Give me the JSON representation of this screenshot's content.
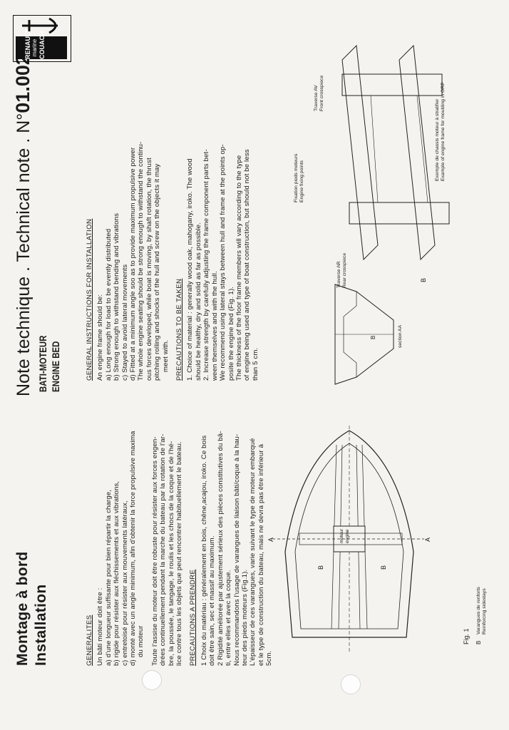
{
  "header": {
    "title_fr": "Montage à bord",
    "title_en": "Installation",
    "note_prefix": "Note technique . Technical note . N°",
    "note_number": "01.002",
    "subject_fr": "BATI-MOTEUR",
    "subject_en": "ENGINE BED"
  },
  "logo": {
    "line1": "RENAULT",
    "line2": "marine",
    "line3": "COUACH"
  },
  "french": {
    "general_heading": "GENERALITES",
    "general_intro": "Un bâti moteur doit être :",
    "general_items": [
      "a) d'une longueur suffisante pour bien répartir la charge,",
      "b) rigide pour résister aux fléchissements et aux vibrations,",
      "c) entretoisé pour résister aux mouvements latéraux,",
      "d) monté avec un angle minimum, afin d'obtenir la force propulsive maxima",
      "du moteur"
    ],
    "general_para": [
      "Toute l'assise du moteur doit être robuste pour résister aux forces engen-",
      "drées continuellement pendant la marche du bateau par la rotation de l'ar-",
      "bre, la poussée, le tangage, le roulis et les chocs de la coque et de l'hé-",
      "lice contre tous les objets que peut rencontrer habituellement le bateau."
    ],
    "precautions_heading": "PRECAUTIONS A PRENDRE",
    "precautions": [
      "1 Choix du matériau : généralement en bois,  chêne,acajou,  iroko.  Ce bois",
      "doit être sain, sec et massif au maximum.",
      "2 Rigidité améliorée par ajustement sérieux des pièces constitutives du bâ-",
      "ti, entre elles et avec la coque.",
      "Nous recommandons l'usage de varangues de liaison bâti/coque à la hau-",
      "teur des pieds moteurs (Fig.1).",
      "L'épaisseur de ces varangues, varie suivant le type de moteur embarqué",
      "et le type de construction du bateau, mais ne devra pas être inférieur à",
      "5cm."
    ]
  },
  "english": {
    "general_heading": "GENERAL  INSTRUCTIONS FOR INSTALLATION",
    "general_intro": "An engine frame should be:",
    "general_items": [
      "a) Long enough for load to be evently distributed",
      "b) Strong enough to withstand bending and vibrations",
      "c) Stayed to avoid lateral movements",
      "d) Fitted at a minimum angle soo as to provide maximum propulsive power"
    ],
    "general_para": [
      "The whole engine seating should be strong enough to withstand the continu-",
      "ous forces developed, while boat is moving, by shaft rotation, the thrust",
      "pitching rolling and shocks of the hull and screw on the objects it may",
      "meet  with."
    ],
    "precautions_heading": "PRECAUTIONS TO BE TAKEN",
    "precautions": [
      "1. Choice of material : generally wood oak, mahogany,  iroko.  The wood",
      "should be healthy, dry and solid as far as possible.",
      "2. Increase strength by carefully adjusting the frame component parts bet-",
      "ween themselves and with the hull.",
      "We recommend using lateral stays between hull and frame at the points op-",
      "posite the engine bed (Fig. 1).",
      "The thickness of the floor frame members will vary according to the type",
      "of engine being used and type of boat construction,  but should not be less",
      "than 5 cm."
    ]
  },
  "figure1": {
    "caption": "Fig. 1",
    "section_mark_a": "A",
    "mark_b": "B",
    "engine_label_fr": "moteur",
    "engine_label_en": "engine",
    "legend_letter": "B",
    "legend_fr": "Varangues de renforts",
    "legend_en": "Reinforcing sidestays",
    "section_label": "section AA"
  },
  "figure2": {
    "front_fr": "Traverse AV",
    "front_en": "Front crosspiece",
    "rear_fr": "Traverse AR",
    "rear_en": "Rear crosspiece",
    "fixing_fr": "Fixation pieds moteurs",
    "fixing_en": "Engine fixing points",
    "mark_b": "B",
    "example_fr": "Exemple de chassis moteur à stratifier",
    "example_en": "Example of engine frame for moulding in GRP"
  }
}
